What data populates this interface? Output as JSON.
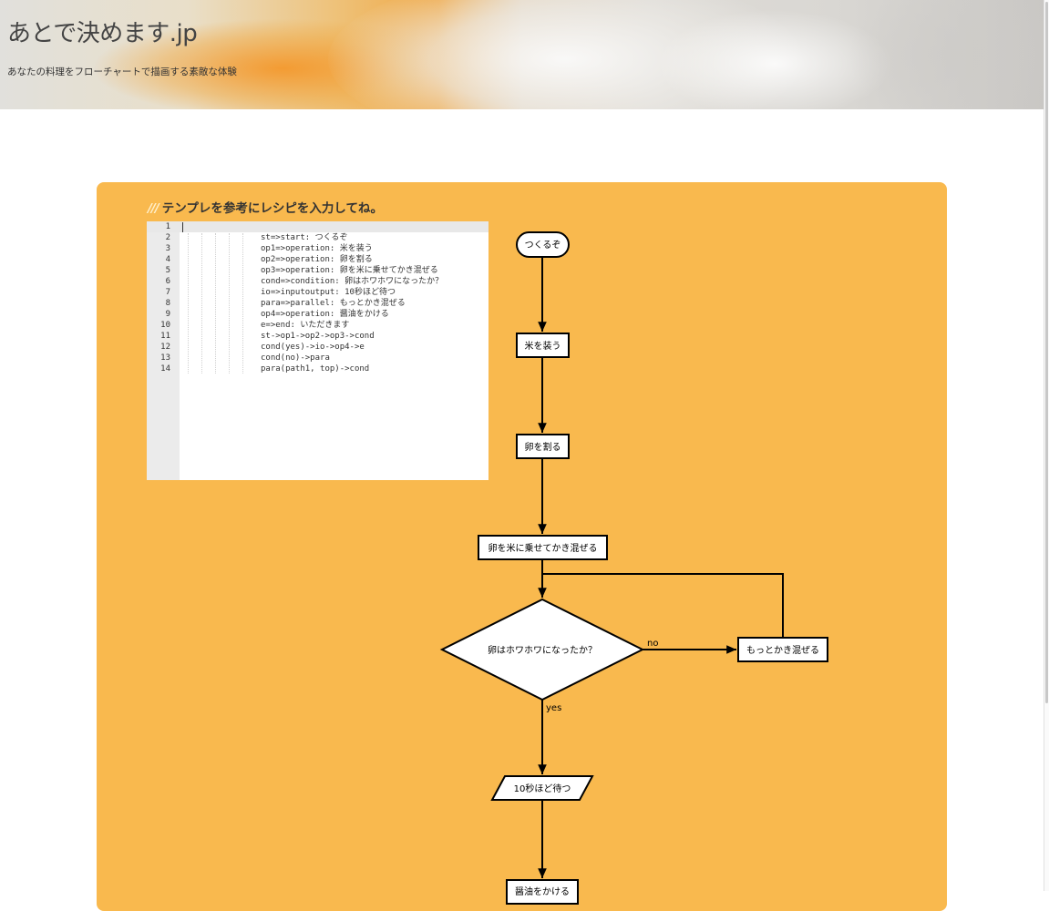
{
  "site": {
    "title": "あとで決めます.jp",
    "subtitle": "あなたの料理をフローチャートで描画する素敵な体験"
  },
  "panel": {
    "heading_mark": "///",
    "heading": "テンプレを参考にレシピを入力してね。"
  },
  "editor": {
    "line_numbers": [
      "1",
      "2",
      "3",
      "4",
      "5",
      "6",
      "7",
      "8",
      "9",
      "10",
      "11",
      "12",
      "13",
      "14"
    ],
    "lines": [
      "",
      "st=>start: つくるぞ",
      "op1=>operation: 米を装う",
      "op2=>operation: 卵を割る",
      "op3=>operation: 卵を米に乗せてかき混ぜる",
      "cond=>condition: 卵はホワホワになったか？",
      "io=>inputoutput: 10秒ほど待つ",
      "para=>parallel: もっとかき混ぜる",
      "op4=>operation: 醤油をかける",
      "e=>end: いただきます",
      "st->op1->op2->op3->cond",
      "cond(yes)->io->op4->e",
      "cond(no)->para",
      "para(path1, top)->cond"
    ]
  },
  "flowchart": {
    "start": "つくるぞ",
    "op1": "米を装う",
    "op2": "卵を割る",
    "op3": "卵を米に乗せてかき混ぜる",
    "cond": "卵はホワホワになったか？",
    "para": "もっとかき混ぜる",
    "io": "10秒ほど待つ",
    "op4": "醤油をかける",
    "yes_label": "yes",
    "no_label": "no"
  },
  "colors": {
    "panel_background": "#f9b94e",
    "editor_gutter": "#ebebeb"
  }
}
